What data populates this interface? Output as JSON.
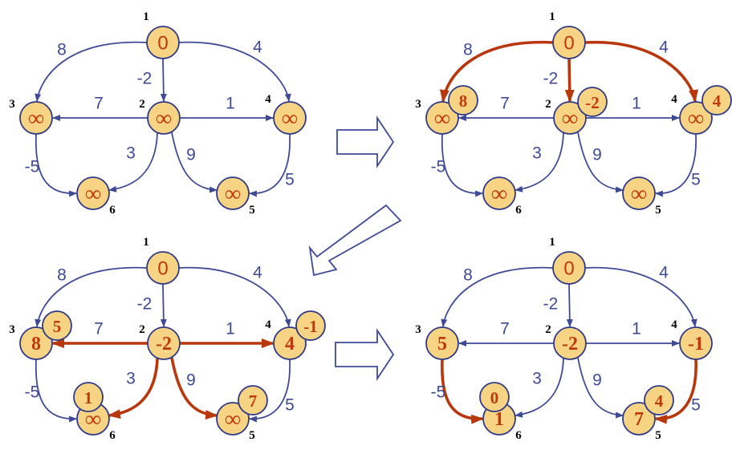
{
  "graph": {
    "nodes": [
      {
        "id": "1",
        "label": "1"
      },
      {
        "id": "2",
        "label": "2"
      },
      {
        "id": "3",
        "label": "3"
      },
      {
        "id": "4",
        "label": "4"
      },
      {
        "id": "5",
        "label": "5"
      },
      {
        "id": "6",
        "label": "6"
      }
    ],
    "edges": [
      {
        "from": "1",
        "to": "3",
        "weight": "8"
      },
      {
        "from": "1",
        "to": "2",
        "weight": "-2"
      },
      {
        "from": "1",
        "to": "4",
        "weight": "4"
      },
      {
        "from": "2",
        "to": "3",
        "weight": "7"
      },
      {
        "from": "2",
        "to": "4",
        "weight": "1"
      },
      {
        "from": "3",
        "to": "6",
        "weight": "-5"
      },
      {
        "from": "2",
        "to": "6",
        "weight": "3"
      },
      {
        "from": "2",
        "to": "5",
        "weight": "9"
      },
      {
        "from": "4",
        "to": "5",
        "weight": "5"
      }
    ]
  },
  "panels": [
    {
      "values": {
        "1": "0",
        "2": "∞",
        "3": "∞",
        "4": "∞",
        "5": "∞",
        "6": "∞"
      },
      "badges": {},
      "highlighted_edges": []
    },
    {
      "values": {
        "1": "0",
        "2": "∞",
        "3": "∞",
        "4": "∞",
        "5": "∞",
        "6": "∞"
      },
      "badges": {
        "2": "-2",
        "3": "8",
        "4": "4"
      },
      "highlighted_edges": [
        "1-3",
        "1-2",
        "1-4"
      ]
    },
    {
      "values": {
        "1": "0",
        "2": "-2",
        "3": "8",
        "4": "4",
        "5": "∞",
        "6": "∞"
      },
      "badges": {
        "3": "5",
        "4": "-1",
        "5": "7",
        "6": "1"
      },
      "highlighted_edges": [
        "2-3",
        "2-4",
        "2-6",
        "2-5"
      ]
    },
    {
      "values": {
        "1": "0",
        "2": "-2",
        "3": "5",
        "4": "-1",
        "5": "7",
        "6": "1"
      },
      "badges": {
        "5": "4",
        "6": "0"
      },
      "highlighted_edges": [
        "3-6",
        "4-5"
      ]
    }
  ],
  "colors": {
    "node_fill": "#f6d484",
    "node_stroke": "#2e3a87",
    "edge": "#3f4a96",
    "highlight": "#b8370d",
    "value_text": "#c0390d"
  }
}
